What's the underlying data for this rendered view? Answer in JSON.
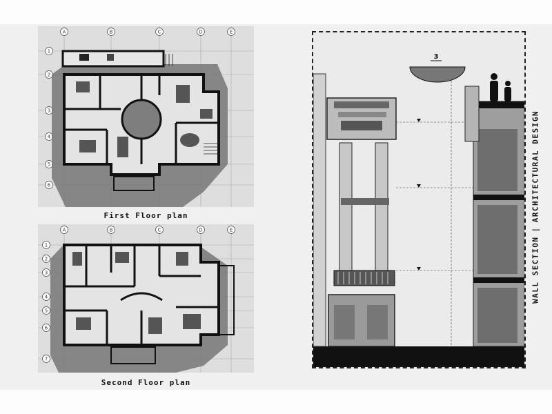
{
  "sheet": {
    "first_floor_caption": "First Floor plan",
    "second_floor_caption": "Second Floor plan",
    "side_title_left": "WALL SECTION",
    "side_title_separator": "|",
    "side_title_right": "ARCHITECTURAL DESIGN"
  },
  "first_plan": {
    "column_grid": [
      "A",
      "B",
      "C",
      "D",
      "E"
    ],
    "row_grid": [
      "1",
      "2",
      "3",
      "4",
      "5",
      "6"
    ]
  },
  "second_plan": {
    "column_grid": [
      "A",
      "B",
      "C",
      "D",
      "E"
    ],
    "row_grid": [
      "1",
      "2",
      "3",
      "4",
      "5",
      "6",
      "7"
    ]
  },
  "section": {
    "detail_marker": "3"
  },
  "colors": {
    "wall": "#1a1a1a",
    "shadow": "#7a7a7a",
    "paper": "#f0f0f0",
    "grid": "#a8a8a8"
  }
}
